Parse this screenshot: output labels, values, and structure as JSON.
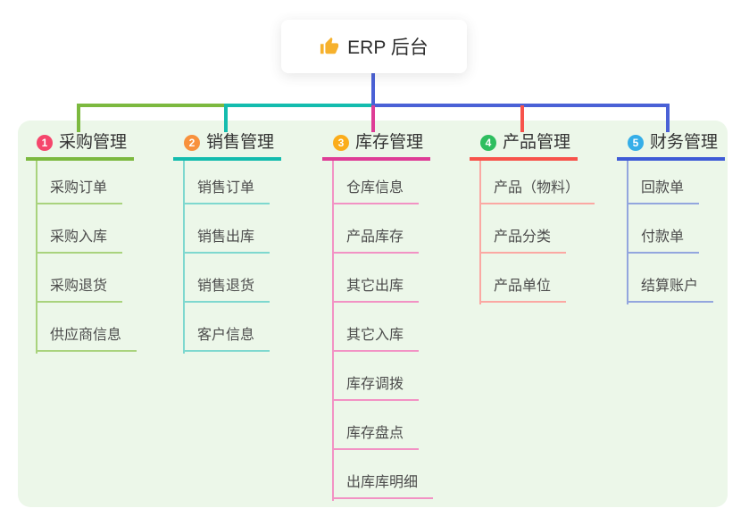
{
  "root": {
    "icon": "thumbs-up",
    "title": "ERP 后台"
  },
  "branches": [
    {
      "index": "1",
      "label": "采购管理",
      "badge_color": "#F5466C",
      "line_color": "#7CB93F",
      "child_line_color": "#A9D37D",
      "children": [
        "采购订单",
        "采购入库",
        "采购退货",
        "供应商信息"
      ]
    },
    {
      "index": "2",
      "label": "销售管理",
      "badge_color": "#F8913D",
      "line_color": "#14BCAE",
      "child_line_color": "#7ED8CF",
      "children": [
        "销售订单",
        "销售出库",
        "销售退货",
        "客户信息"
      ]
    },
    {
      "index": "3",
      "label": "库存管理",
      "badge_color": "#FBAD1B",
      "line_color": "#DE3D96",
      "child_line_color": "#F292C4",
      "children": [
        "仓库信息",
        "产品库存",
        "其它出库",
        "其它入库",
        "库存调拨",
        "库存盘点",
        "出库库明细"
      ]
    },
    {
      "index": "4",
      "label": "产品管理",
      "badge_color": "#2EBE5F",
      "line_color": "#F7534B",
      "child_line_color": "#FBA8A3",
      "children": [
        "产品（物料）",
        "产品分类",
        "产品单位"
      ]
    },
    {
      "index": "5",
      "label": "财务管理",
      "badge_color": "#35AEE8",
      "line_color": "#3F5BD6",
      "child_line_color": "#93A6DE",
      "children": [
        "回款单",
        "付款单",
        "结算账户"
      ]
    }
  ],
  "colors": {
    "canvas_bg": "#FFFFFF",
    "panel_bg": "#ECF7E9",
    "root_stem_blue": "#4A61D6",
    "segment_green": "#7CB93F",
    "segment_teal": "#14BCAE",
    "segment_blue": "#4A61D6",
    "icon_yellow": "#F6B12D"
  }
}
